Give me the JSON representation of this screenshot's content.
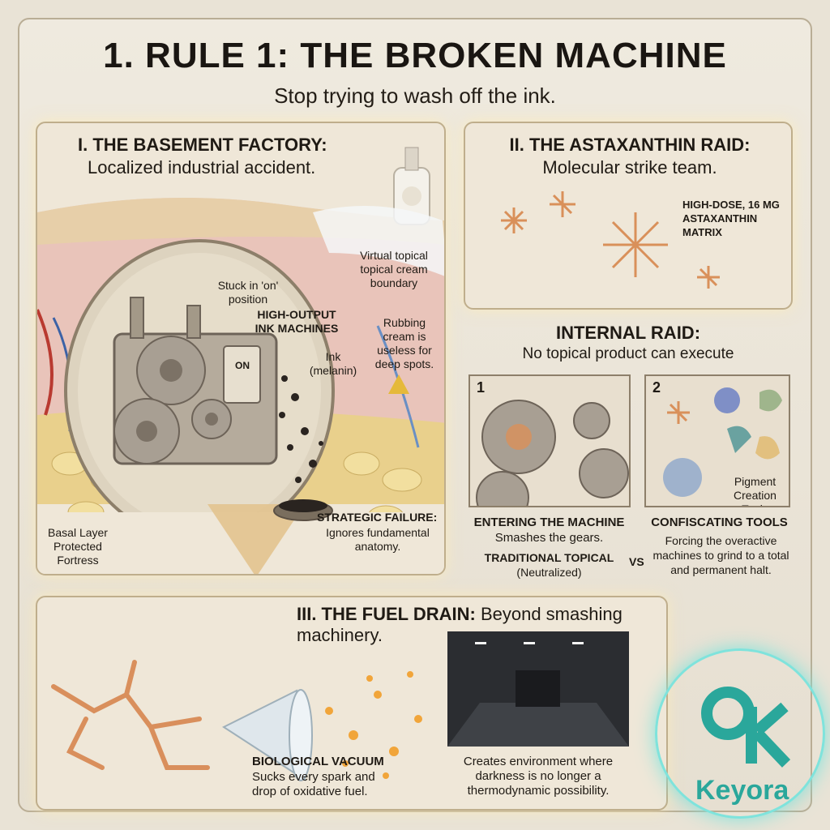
{
  "header": {
    "title": "1. RULE 1: THE BROKEN MACHINE",
    "subtitle": "Stop trying to wash off the ink."
  },
  "panel1": {
    "heading": "I. THE BASEMENT FACTORY:",
    "subheading": "Localized industrial accident.",
    "labels": {
      "stuck": "Stuck in 'on' position",
      "machines": "HIGH-OUTPUT INK MACHINES",
      "switch": "ON",
      "ink": "Ink (melanin)",
      "virtual": "Virtual topical topical cream boundary",
      "rubbing": "Rubbing cream is useless for deep spots.",
      "basal": "Basal Layer Protected Fortress",
      "failure_title": "STRATEGIC FAILURE:",
      "failure_text": "Ignores fundamental anatomy."
    }
  },
  "panel2": {
    "heading": "II. THE ASTAXANTHIN RAID:",
    "subheading": "Molecular strike team.",
    "matrix_label": "HIGH-DOSE, 16 MG ASTAXANTHIN MATRIX"
  },
  "internal": {
    "heading": "INTERNAL RAID:",
    "subheading": "No topical product can execute",
    "step1": {
      "num": "1",
      "title": "ENTERING THE MACHINE",
      "text": "Smashes the gears."
    },
    "step2": {
      "num": "2",
      "title": "CONFISCATING TOOLS",
      "text": "Forcing the overactive machines to grind to a total and permanent halt.",
      "tools_label": "Pigment Creation Tools"
    },
    "traditional": "TRADITIONAL TOPICAL",
    "neutralized": "(Neutralized)",
    "vs": "VS"
  },
  "panel3": {
    "heading_bold": "III. THE FUEL DRAIN:",
    "heading_rest": "Beyond smashing machinery.",
    "vacuum_title": "BIOLOGICAL VACUUM",
    "vacuum_text": "Sucks every spark and drop of oxidative fuel.",
    "env_text": "Creates environment where darkness is no longer a thermodynamic possibility."
  },
  "brand": {
    "name": "Keyora",
    "accent": "#2aa79b"
  },
  "colors": {
    "accent_orange": "#e08a3a",
    "skin_pink": "#e8b9b0",
    "fat_yellow": "#e9d08c"
  }
}
